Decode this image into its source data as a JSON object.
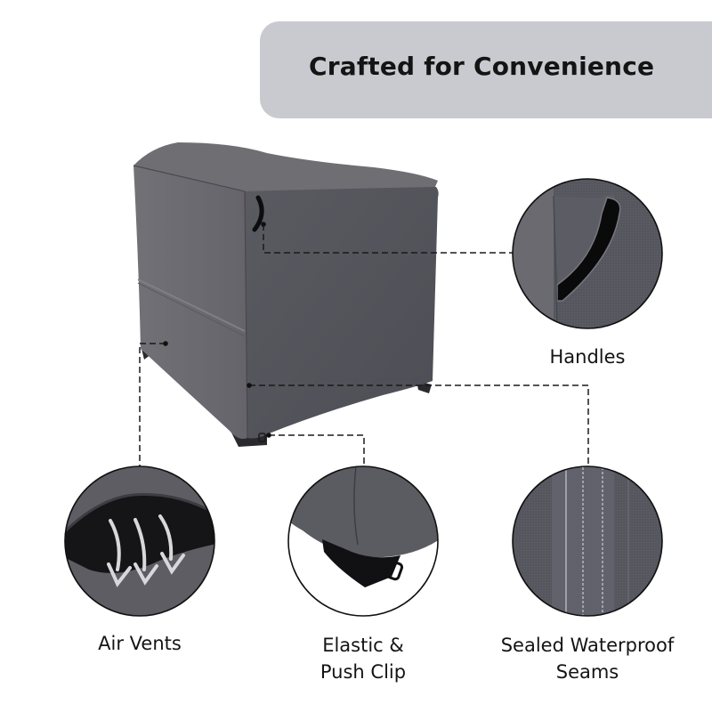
{
  "header": {
    "title": "Crafted for Convenience",
    "banner_color": "#c8cacf"
  },
  "product": {
    "name": "generator-cover",
    "colors": {
      "front_panel": "#55555c",
      "side_panel": "#6b6a6e",
      "top_panel": "#6e6d72",
      "handle": "#0d0d0d"
    }
  },
  "features": [
    {
      "id": "handles",
      "label_lines": [
        "Handles"
      ],
      "icon": "handle-detail"
    },
    {
      "id": "air-vents",
      "label_lines": [
        "Air Vents"
      ],
      "icon": "air-vent-arrows-icon"
    },
    {
      "id": "elastic-push-clip",
      "label_lines": [
        "Elastic &",
        "Push Clip"
      ],
      "icon": "push-clip-detail"
    },
    {
      "id": "sealed-seams",
      "label_lines": [
        "Sealed Waterproof",
        "Seams"
      ],
      "icon": "seam-detail"
    }
  ]
}
